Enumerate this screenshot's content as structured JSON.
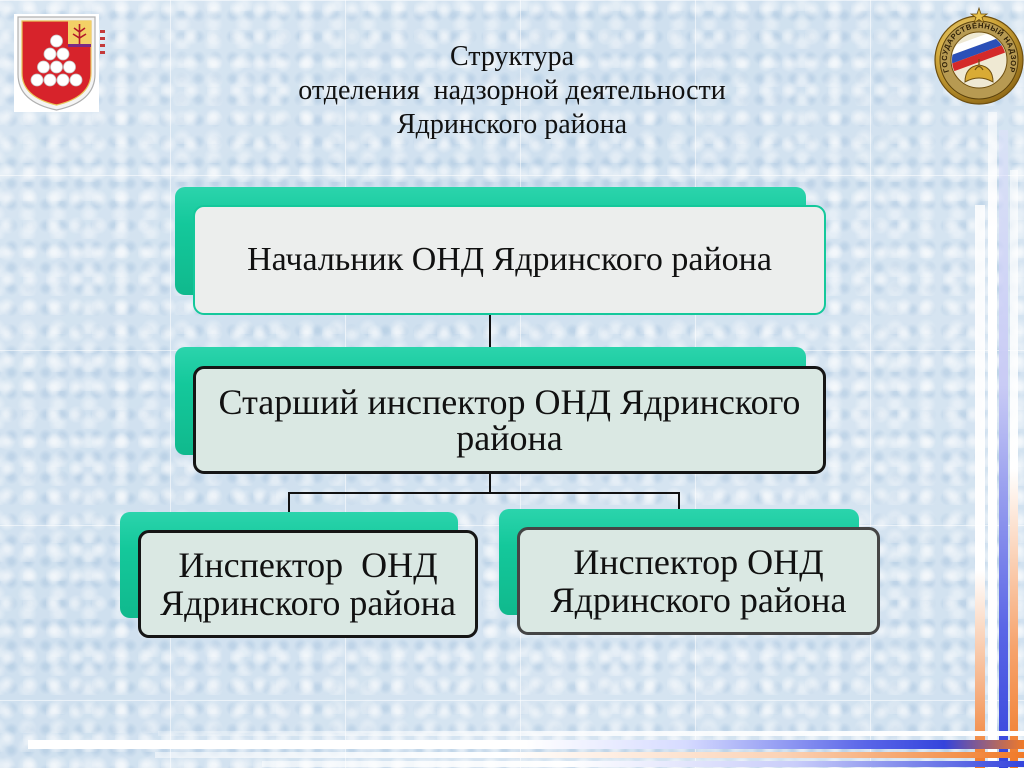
{
  "slide_title": {
    "lines": [
      "Структура",
      "отделения  надзорной деятельности",
      "Ядринского района"
    ]
  },
  "org_chart": {
    "label": "Начальник ОНД Ядринского района",
    "subordinates": [
      {
        "label": "Старший инспектор ОНД Ядринского района",
        "subordinates": [
          {
            "label": "Инспектор  ОНД Ядринского района"
          },
          {
            "label": "Инспектор ОНД Ядринского района"
          }
        ]
      }
    ]
  },
  "logos": {
    "left": {
      "icon": "coat-of-arms-icon"
    },
    "right": {
      "icon": "state-supervision-emblem-icon",
      "ring_text": "ГОСУДАРСТВЕННЫЙ НАДЗОР"
    }
  },
  "colors": {
    "background": "#cfe0ef",
    "node_accent": "#14c89b",
    "head_fill": "#eceeed",
    "node_fill": "#dae8e3",
    "node_border": "#151515",
    "connector": "#111111",
    "stripe_blue": "#3444dc",
    "stripe_orange": "#f07a28"
  }
}
